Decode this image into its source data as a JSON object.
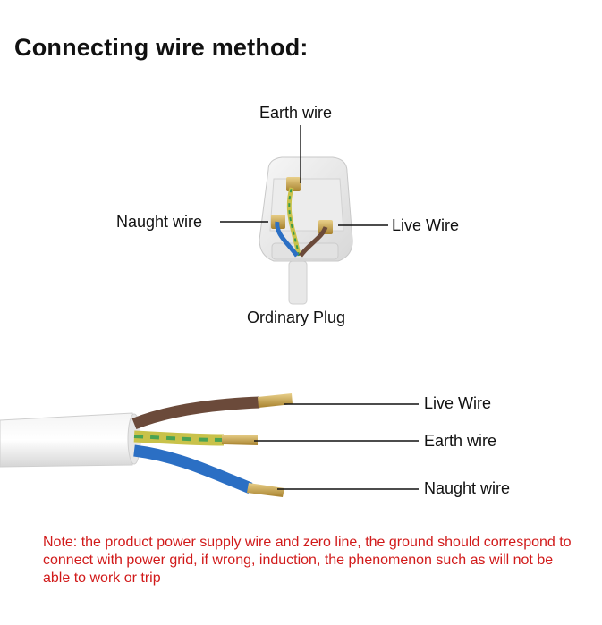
{
  "title": "Connecting wire method:",
  "plug": {
    "earth_label": "Earth wire",
    "naught_label": "Naught wire",
    "live_label": "Live Wire",
    "caption": "Ordinary Plug"
  },
  "cable": {
    "live_label": "Live Wire",
    "earth_label": "Earth wire",
    "naught_label": "Naught wire"
  },
  "note": "Note: the product power supply wire and zero line, the ground should correspond to connect with power grid, if wrong, induction, the phenomenon such as will not be able to work or trip",
  "colors": {
    "live": "#6b4a3a",
    "earth": "#c9c24a",
    "naught": "#2b6fc4",
    "note": "#d11a1a",
    "brass": "#c8a24a"
  }
}
